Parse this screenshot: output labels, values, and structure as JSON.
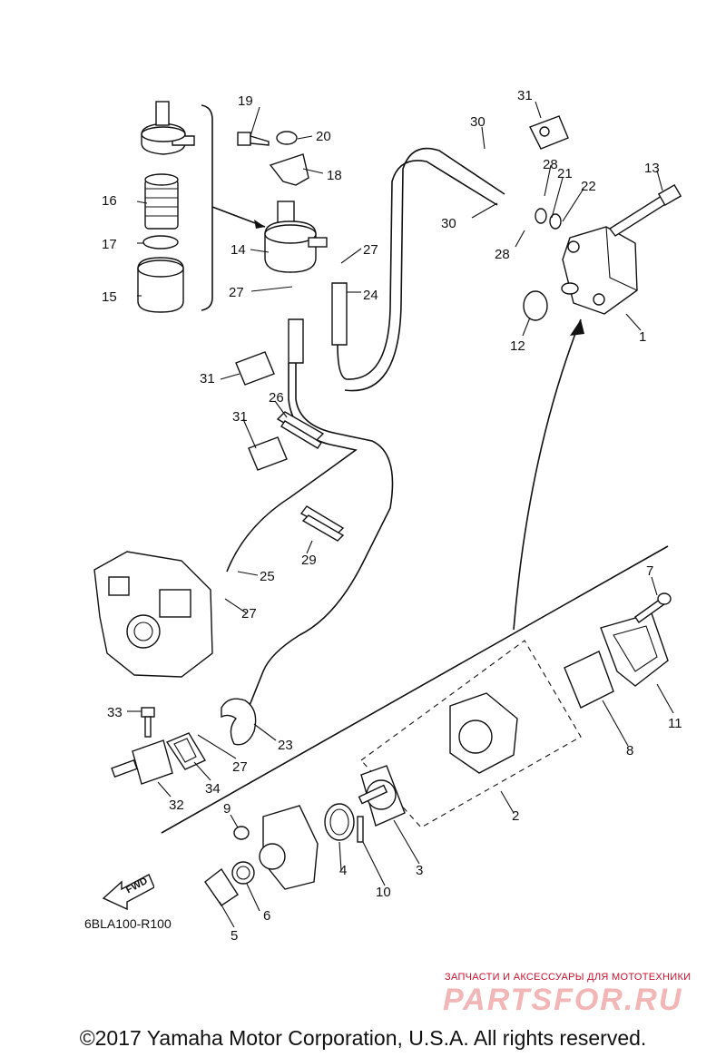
{
  "diagram": {
    "callouts": [
      {
        "id": "c1",
        "text": "1"
      },
      {
        "id": "c2",
        "text": "2"
      },
      {
        "id": "c3",
        "text": "3"
      },
      {
        "id": "c4",
        "text": "4"
      },
      {
        "id": "c5",
        "text": "5"
      },
      {
        "id": "c6",
        "text": "6"
      },
      {
        "id": "c7",
        "text": "7"
      },
      {
        "id": "c8",
        "text": "8"
      },
      {
        "id": "c9",
        "text": "9"
      },
      {
        "id": "c10",
        "text": "10"
      },
      {
        "id": "c11",
        "text": "11"
      },
      {
        "id": "c12",
        "text": "12"
      },
      {
        "id": "c13",
        "text": "13"
      },
      {
        "id": "c14",
        "text": "14"
      },
      {
        "id": "c15",
        "text": "15"
      },
      {
        "id": "c16",
        "text": "16"
      },
      {
        "id": "c17",
        "text": "17"
      },
      {
        "id": "c18",
        "text": "18"
      },
      {
        "id": "c19",
        "text": "19"
      },
      {
        "id": "c20",
        "text": "20"
      },
      {
        "id": "c21",
        "text": "21"
      },
      {
        "id": "c22",
        "text": "22"
      },
      {
        "id": "c23",
        "text": "23"
      },
      {
        "id": "c24",
        "text": "24"
      },
      {
        "id": "c25",
        "text": "25"
      },
      {
        "id": "c26",
        "text": "26"
      },
      {
        "id": "c27a",
        "text": "27"
      },
      {
        "id": "c27b",
        "text": "27"
      },
      {
        "id": "c27c",
        "text": "27"
      },
      {
        "id": "c27d",
        "text": "27"
      },
      {
        "id": "c28a",
        "text": "28"
      },
      {
        "id": "c28b",
        "text": "28"
      },
      {
        "id": "c29",
        "text": "29"
      },
      {
        "id": "c30a",
        "text": "30"
      },
      {
        "id": "c30b",
        "text": "30"
      },
      {
        "id": "c31a",
        "text": "31"
      },
      {
        "id": "c31b",
        "text": "31"
      },
      {
        "id": "c31c",
        "text": "31"
      },
      {
        "id": "c32",
        "text": "32"
      },
      {
        "id": "c33",
        "text": "33"
      },
      {
        "id": "c34",
        "text": "34"
      }
    ],
    "fwd_label": "FWD",
    "diagram_code": "6BLA100-R100"
  },
  "watermark": {
    "tagline": "ЗАПЧАСТИ И АКСЕССУАРЫ ДЛЯ МОТОТЕХНИКИ",
    "logo_text": "PARTSFOR.RU",
    "color": "#c8102e"
  },
  "footer": {
    "copyright": "©2017 Yamaha Motor Corporation, U.S.A. All rights reserved."
  }
}
